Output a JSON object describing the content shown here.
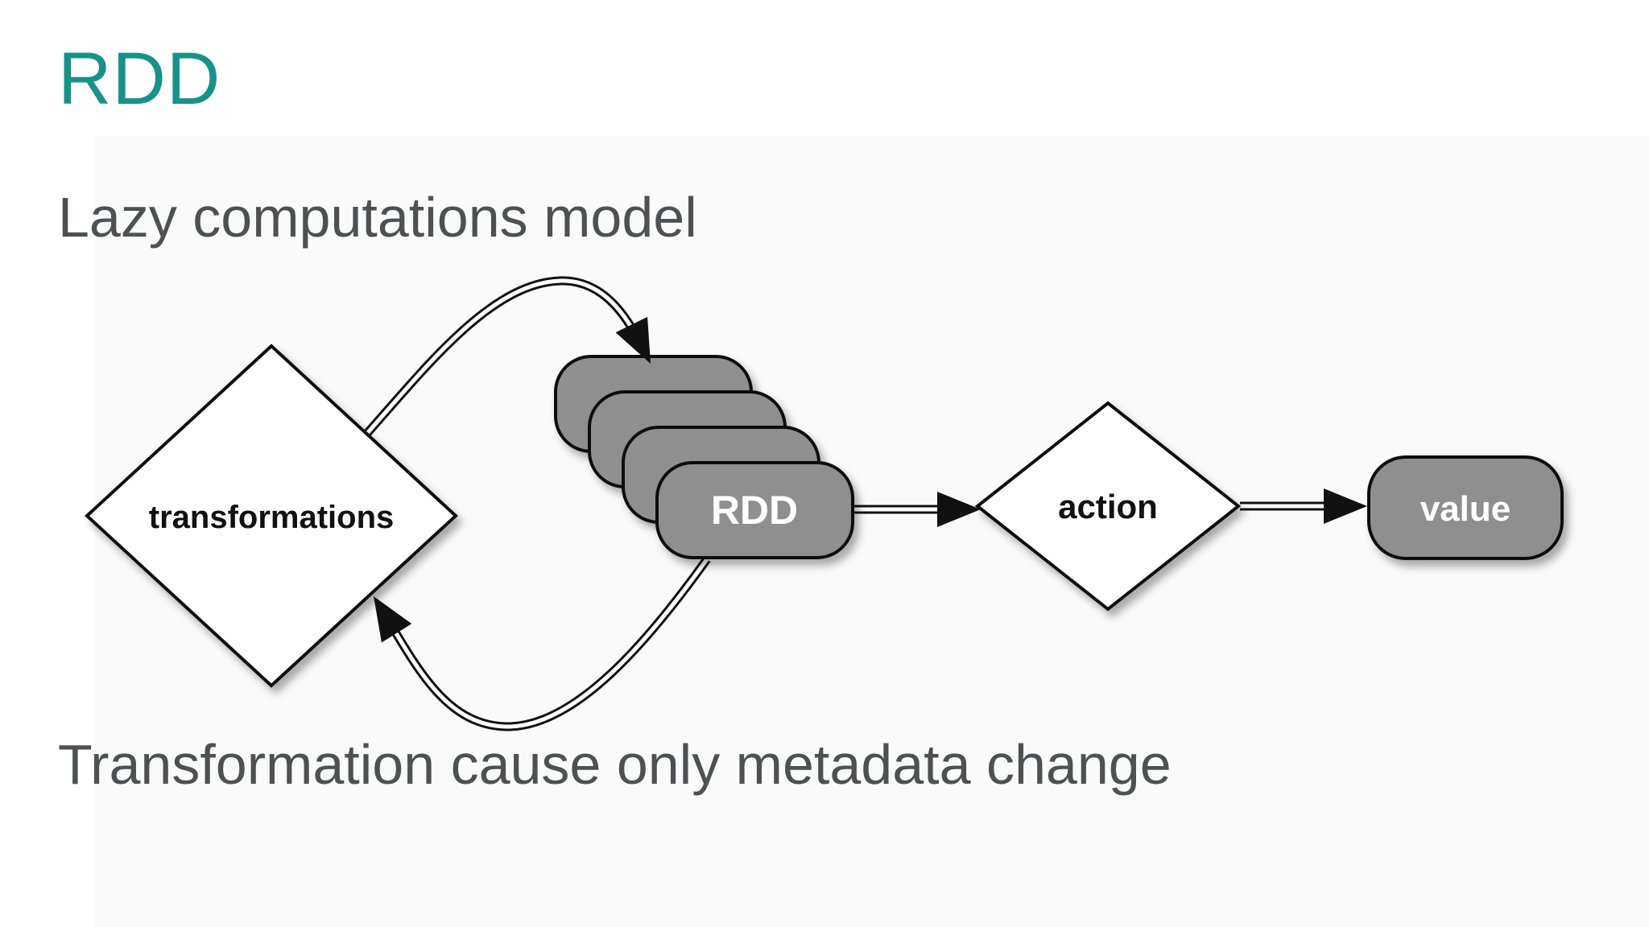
{
  "slide": {
    "title": "RDD",
    "subtitle": "Lazy computations model",
    "caption": "Transformation cause only metadata change"
  },
  "colors": {
    "title_accent": "#17928a",
    "body_text": "#4e5053",
    "node_gray": "#8f8f8f",
    "node_white": "#ffffff",
    "line": "#111111"
  },
  "diagram": {
    "nodes": [
      {
        "id": "transformations",
        "shape": "diamond",
        "label": "transformations",
        "fill": "#ffffff"
      },
      {
        "id": "rdd",
        "shape": "stacked-pill",
        "label": "RDD",
        "stack_count": 4,
        "fill": "#8f8f8f"
      },
      {
        "id": "action",
        "shape": "diamond",
        "label": "action",
        "fill": "#ffffff"
      },
      {
        "id": "value",
        "shape": "pill",
        "label": "value",
        "fill": "#8f8f8f"
      }
    ],
    "edges": [
      {
        "from": "transformations",
        "to": "rdd",
        "style": "double-line",
        "path": "curved-over-top"
      },
      {
        "from": "rdd",
        "to": "action",
        "style": "double-line",
        "path": "straight"
      },
      {
        "from": "action",
        "to": "value",
        "style": "double-line",
        "path": "straight"
      },
      {
        "from": "rdd",
        "to": "transformations",
        "style": "double-line",
        "path": "curved-under-bottom"
      }
    ]
  }
}
